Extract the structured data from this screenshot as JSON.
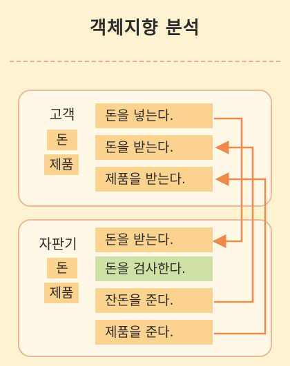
{
  "title": "객체지향 분석",
  "customer": {
    "name": "고객",
    "attributes": [
      "돈",
      "제품"
    ],
    "methods": [
      "돈을 넣는다.",
      "돈을 받는다.",
      "제품을 받는다."
    ]
  },
  "machine": {
    "name": "자판기",
    "attributes": [
      "돈",
      "제품"
    ],
    "methods": [
      "돈을 받는다.",
      "돈을 검사한다.",
      "잔돈을 준다.",
      "제품을 준다."
    ]
  },
  "colors": {
    "background": "#fdf3d0",
    "panel_border": "#f0b894",
    "method_box": "#fcd38e",
    "highlight_box": "#cfe2a5",
    "arrow": "#f08a4b",
    "divider": "#e8a98c"
  }
}
